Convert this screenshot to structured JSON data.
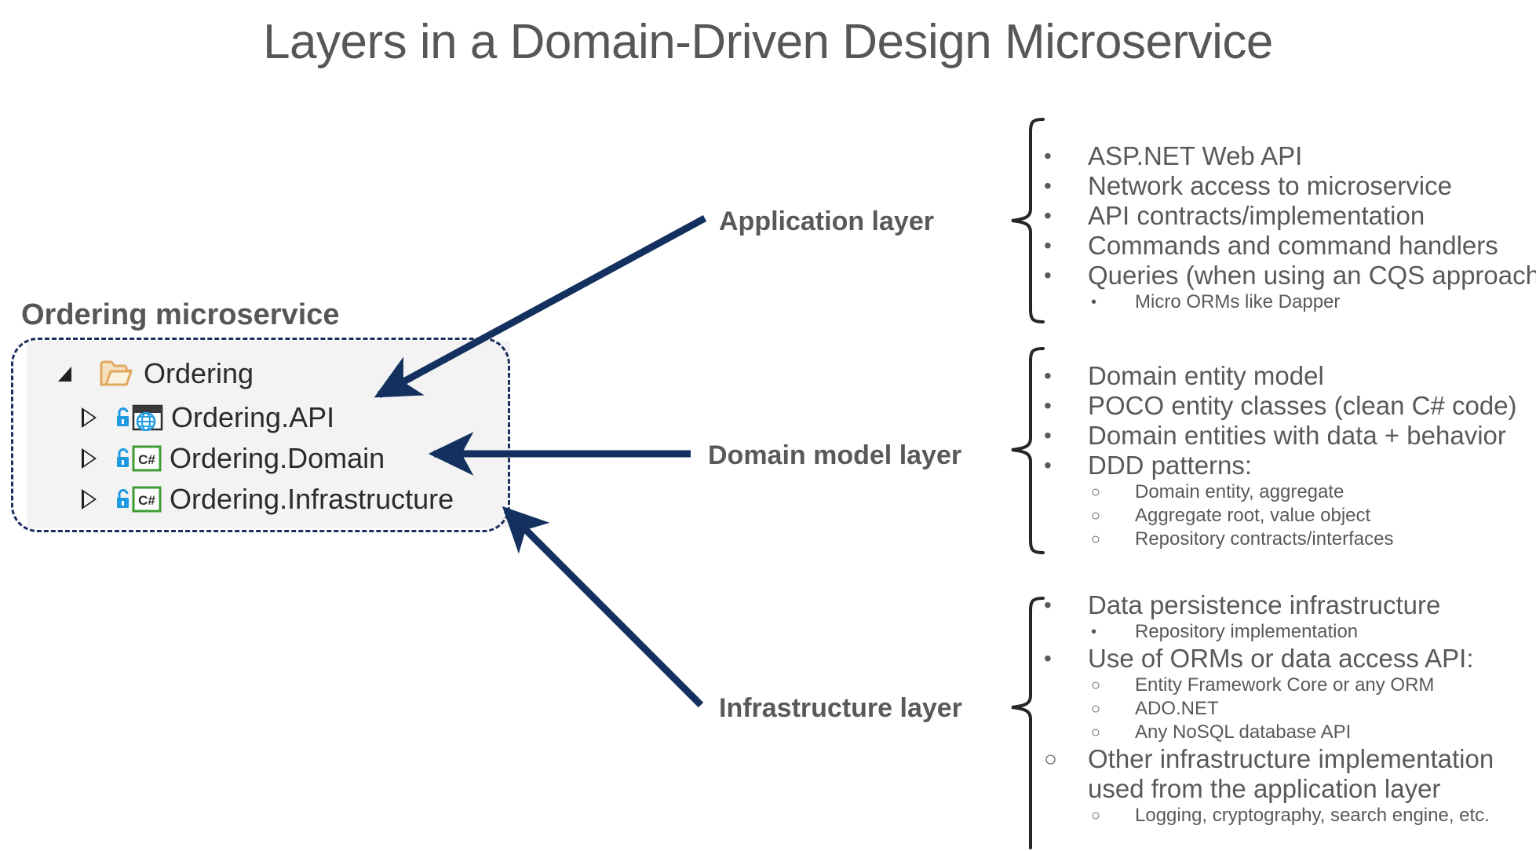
{
  "title": "Layers in a Domain-Driven Design Microservice",
  "colors": {
    "title_gray": "#575757",
    "text_gray": "#595959",
    "arrow_navy": "#1b2f5e",
    "dashed_navy": "#1b2f5e",
    "panel_bg": "#f3f3f3",
    "folder_tan": "#dfa860",
    "lock_blue": "#1e9ae0",
    "csharp_green": "#3f9c35",
    "globe_blue": "#1e9ae0",
    "brace_black": "#262626"
  },
  "solution_explorer": {
    "caption": "Ordering microservice",
    "root": {
      "label": "Ordering",
      "expander": "expanded-triangle-icon",
      "icon": "folder-icon"
    },
    "projects": [
      {
        "label": "Ordering.API",
        "expander": "collapsed-triangle-icon",
        "lock_icon": "lock-icon",
        "type_icon": "web-api-globe-icon"
      },
      {
        "label": "Ordering.Domain",
        "expander": "collapsed-triangle-icon",
        "lock_icon": "lock-icon",
        "type_icon": "csharp-project-icon"
      },
      {
        "label": "Ordering.Infrastructure",
        "expander": "collapsed-triangle-icon",
        "lock_icon": "lock-icon",
        "type_icon": "csharp-project-icon"
      }
    ]
  },
  "layers": [
    {
      "id": "application",
      "label": "Application layer",
      "bullets": [
        {
          "level": 1,
          "marker": "•",
          "text": "ASP.NET Web API"
        },
        {
          "level": 1,
          "marker": "•",
          "text": "Network access to microservice"
        },
        {
          "level": 1,
          "marker": "•",
          "text": "API contracts/implementation"
        },
        {
          "level": 1,
          "marker": "•",
          "text": "Commands and command handlers"
        },
        {
          "level": 1,
          "marker": "•",
          "text": "Queries (when using an CQS approach)"
        },
        {
          "level": 2,
          "marker": "•",
          "text": "Micro ORMs like Dapper"
        }
      ]
    },
    {
      "id": "domain-model",
      "label": "Domain model layer",
      "bullets": [
        {
          "level": 1,
          "marker": "•",
          "text": "Domain entity model"
        },
        {
          "level": 1,
          "marker": "•",
          "text": "POCO entity classes (clean C# code)"
        },
        {
          "level": 1,
          "marker": "•",
          "text": "Domain entities with data + behavior"
        },
        {
          "level": 1,
          "marker": "•",
          "text": "DDD patterns:"
        },
        {
          "level": 2,
          "marker": "○",
          "text": "Domain entity, aggregate"
        },
        {
          "level": 2,
          "marker": "○",
          "text": "Aggregate root, value object"
        },
        {
          "level": 2,
          "marker": "○",
          "text": "Repository contracts/interfaces"
        }
      ]
    },
    {
      "id": "infrastructure",
      "label": "Infrastructure layer",
      "bullets": [
        {
          "level": 1,
          "marker": "•",
          "text": "Data persistence infrastructure"
        },
        {
          "level": 2,
          "marker": "•",
          "text": "Repository implementation"
        },
        {
          "level": 1,
          "marker": "•",
          "text": "Use of ORMs or data access API:"
        },
        {
          "level": 2,
          "marker": "○",
          "text": "Entity Framework Core or any ORM"
        },
        {
          "level": 2,
          "marker": "○",
          "text": "ADO.NET"
        },
        {
          "level": 2,
          "marker": "○",
          "text": "Any NoSQL database API"
        },
        {
          "level": 1,
          "marker": "○",
          "text": "Other infrastructure implementation used from the application layer"
        },
        {
          "level": 2,
          "marker": "○",
          "text": "Logging, cryptography, search engine, etc."
        }
      ]
    }
  ]
}
